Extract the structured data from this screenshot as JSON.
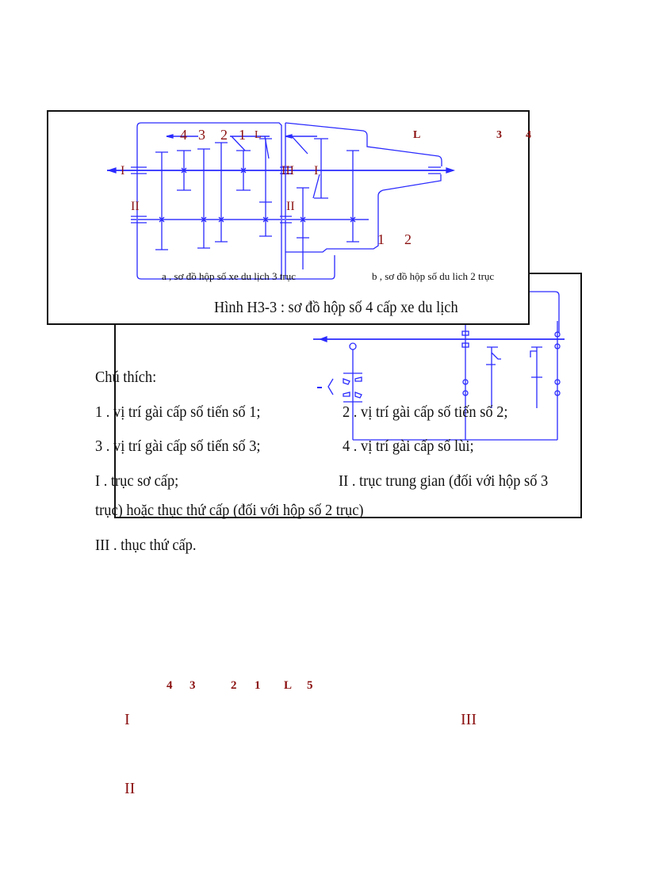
{
  "figure": {
    "diagram_a_labels": {
      "gear_4": "4",
      "gear_3": "3",
      "gear_2": "2",
      "gear_1": "1",
      "reverse": "L",
      "shaft_I": "I",
      "shaft_II": "II",
      "shaft_III": "III"
    },
    "diagram_b_labels": {
      "shaft_I": "I",
      "shaft_II": "II",
      "reverse": "L",
      "pos_3": "3",
      "pos_4": "4",
      "pos_1": "1",
      "pos_2": "2"
    },
    "caption_a": "a , sơ đồ hộp số xe du lịch 3 trục",
    "caption_b": "b , sơ đồ hộp số du lich 2 trục",
    "title": "Hình H3-3 : sơ đồ hộp số 4 cấp xe du lịch",
    "line_color": "#2a2aff",
    "label_color": "#8b1010"
  },
  "notes": {
    "heading": "Chú thích:",
    "item1": "1 . vị trí gài cấp số tiến số 1;",
    "item2": "2 . vị trí gài cấp số tiến số 2;",
    "item3": "3 . vị trí gài cấp số tiến số 3;",
    "item4": "4 . vị trí gài cấp số lùi;",
    "itemI": "I . trục sơ cấp;",
    "itemII_a": "II . trục trung gian (đối với hộp số 3",
    "itemII_b": "trục) hoặc thục thứ cấp (đối với hộp số 2 trục)",
    "itemIII": "III . thục thứ cấp."
  },
  "lower_labels": {
    "n4": "4",
    "n3": "3",
    "n2": "2",
    "n1": "1",
    "L": "L",
    "n5": "5",
    "I": "I",
    "III": "III",
    "II": "II"
  }
}
